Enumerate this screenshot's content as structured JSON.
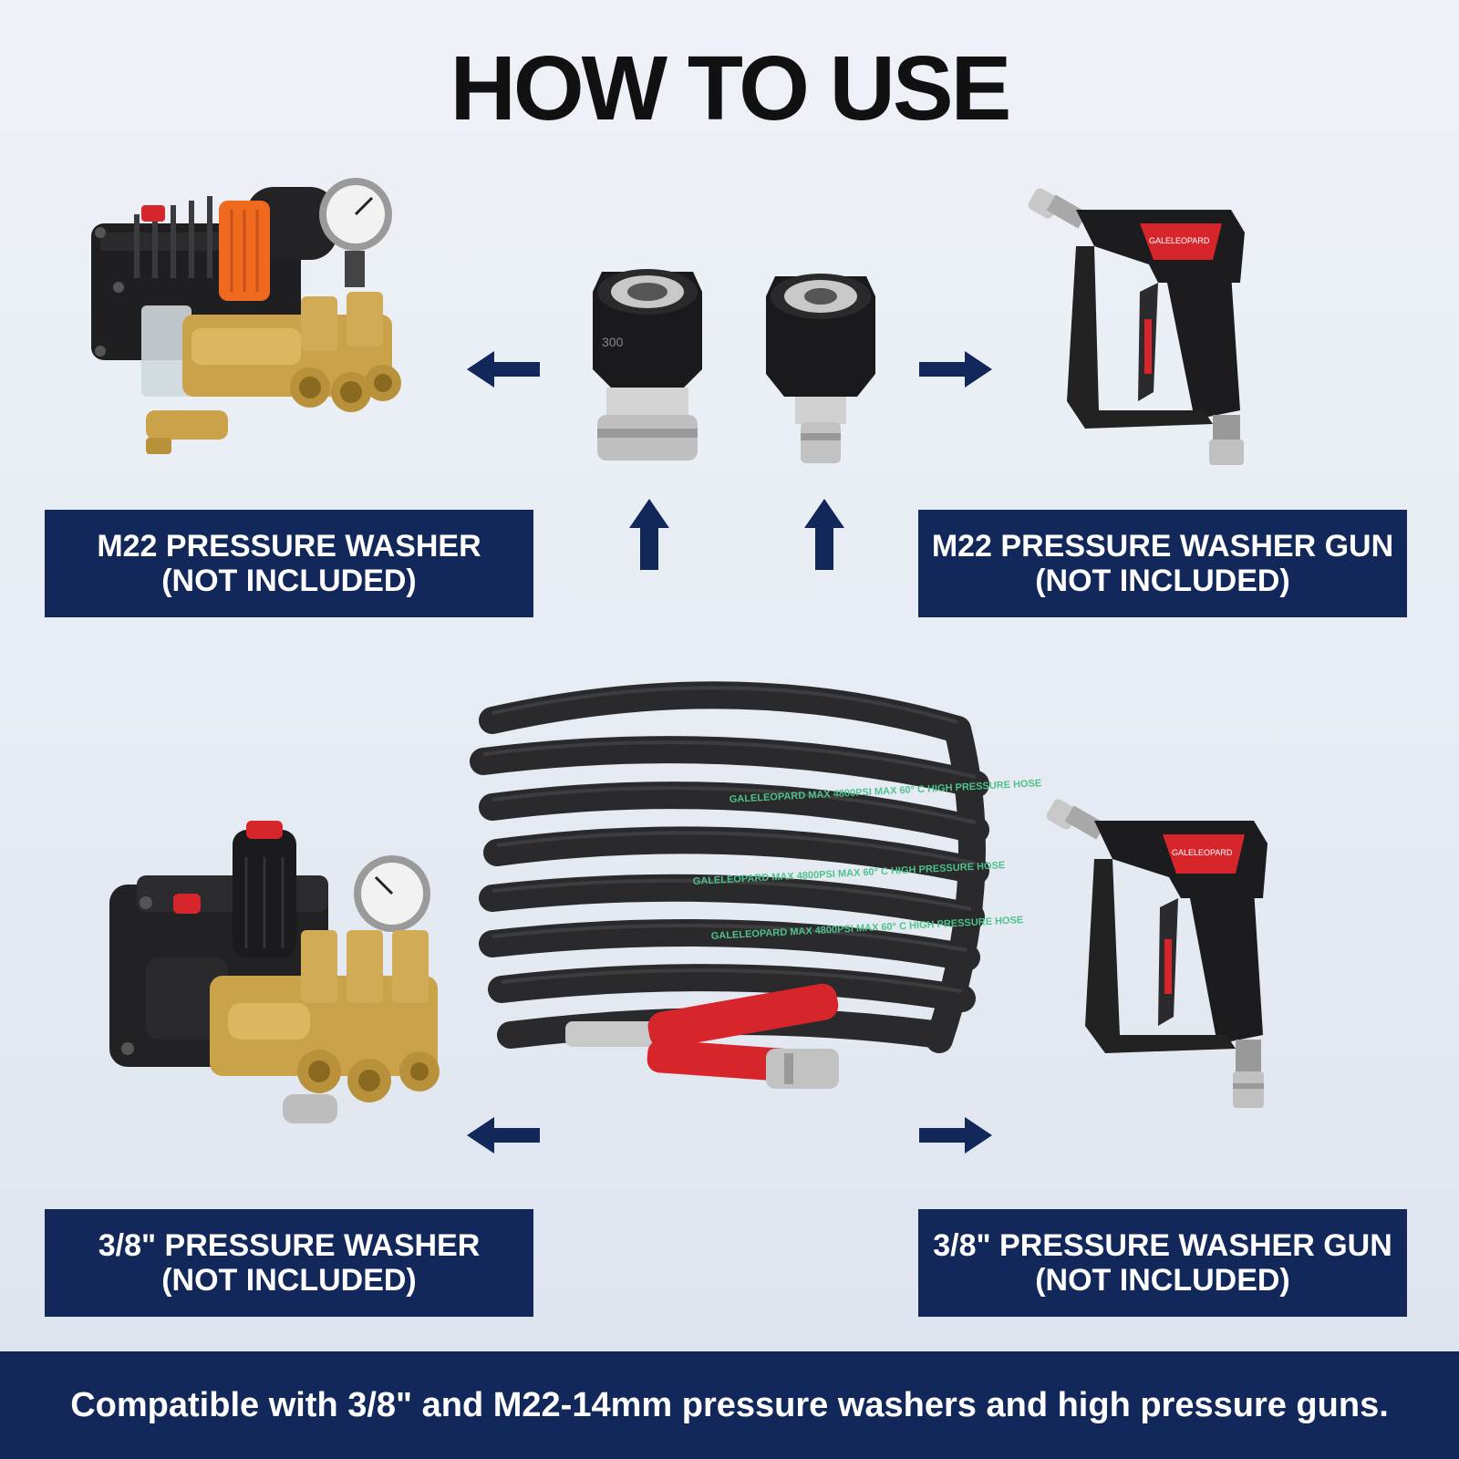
{
  "title": "HOW TO USE",
  "labels": {
    "top_left": {
      "line1": "M22 PRESSURE WASHER",
      "line2": "(NOT INCLUDED)"
    },
    "top_right": {
      "line1": "M22 PRESSURE WASHER GUN",
      "line2": "(NOT INCLUDED)"
    },
    "bottom_left": {
      "line1": "3/8\" PRESSURE WASHER",
      "line2": "(NOT INCLUDED)"
    },
    "bottom_right": {
      "line1": "3/8\" PRESSURE WASHER GUN",
      "line2": "(NOT INCLUDED)"
    }
  },
  "footer": "Compatible with 3/8\" and M22-14mm pressure washers and high pressure guns.",
  "hose_print": "GALELEOPARD MAX 4800PSI MAX 60° C HIGH PRESSURE HOSE",
  "gun_brand": "GALELEOPARD",
  "fitting_mark": "300",
  "colors": {
    "navy": "#13285a",
    "arrow": "#13285a",
    "brass": "#c9a24a",
    "red": "#d6262b",
    "orange": "#ef6a1e"
  }
}
